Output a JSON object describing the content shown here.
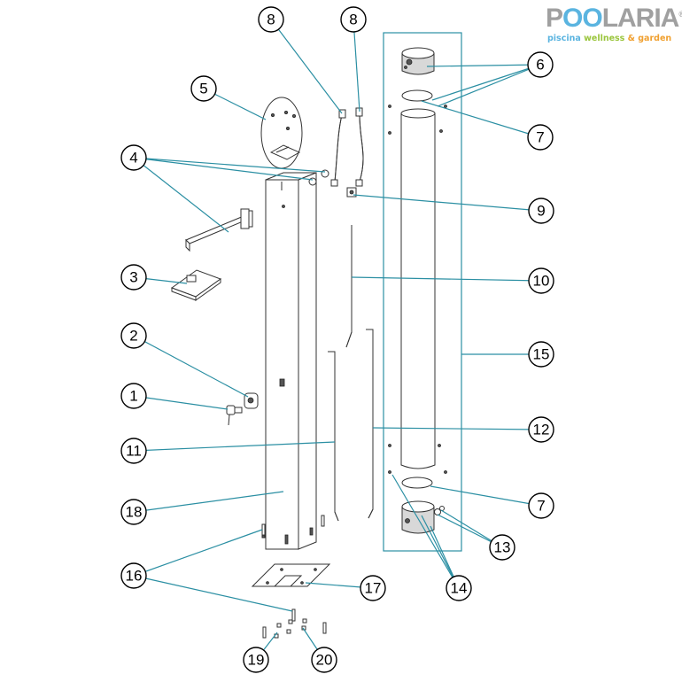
{
  "brand": {
    "name_a": "P",
    "name_b": "OO",
    "name_c": "LARIA",
    "reg": "®",
    "tagline_1": "piscina",
    "tagline_2": "wellness",
    "tagline_3": "& garden"
  },
  "callouts": {
    "c1": "1",
    "c2": "2",
    "c3": "3",
    "c4": "4",
    "c5": "5",
    "c6": "6",
    "c7a": "7",
    "c7b": "7",
    "c8a": "8",
    "c8b": "8",
    "c9": "9",
    "c10": "10",
    "c11": "11",
    "c12": "12",
    "c13": "13",
    "c14": "14",
    "c15": "15",
    "c16": "16",
    "c17": "17",
    "c18": "18",
    "c19": "19",
    "c20": "20"
  },
  "colors": {
    "leader": "#2b8fa3",
    "brand_gray": "#a0a0a0",
    "brand_blue": "#5ab4e0",
    "brand_green": "#9ac53c",
    "brand_orange": "#f0a030"
  }
}
